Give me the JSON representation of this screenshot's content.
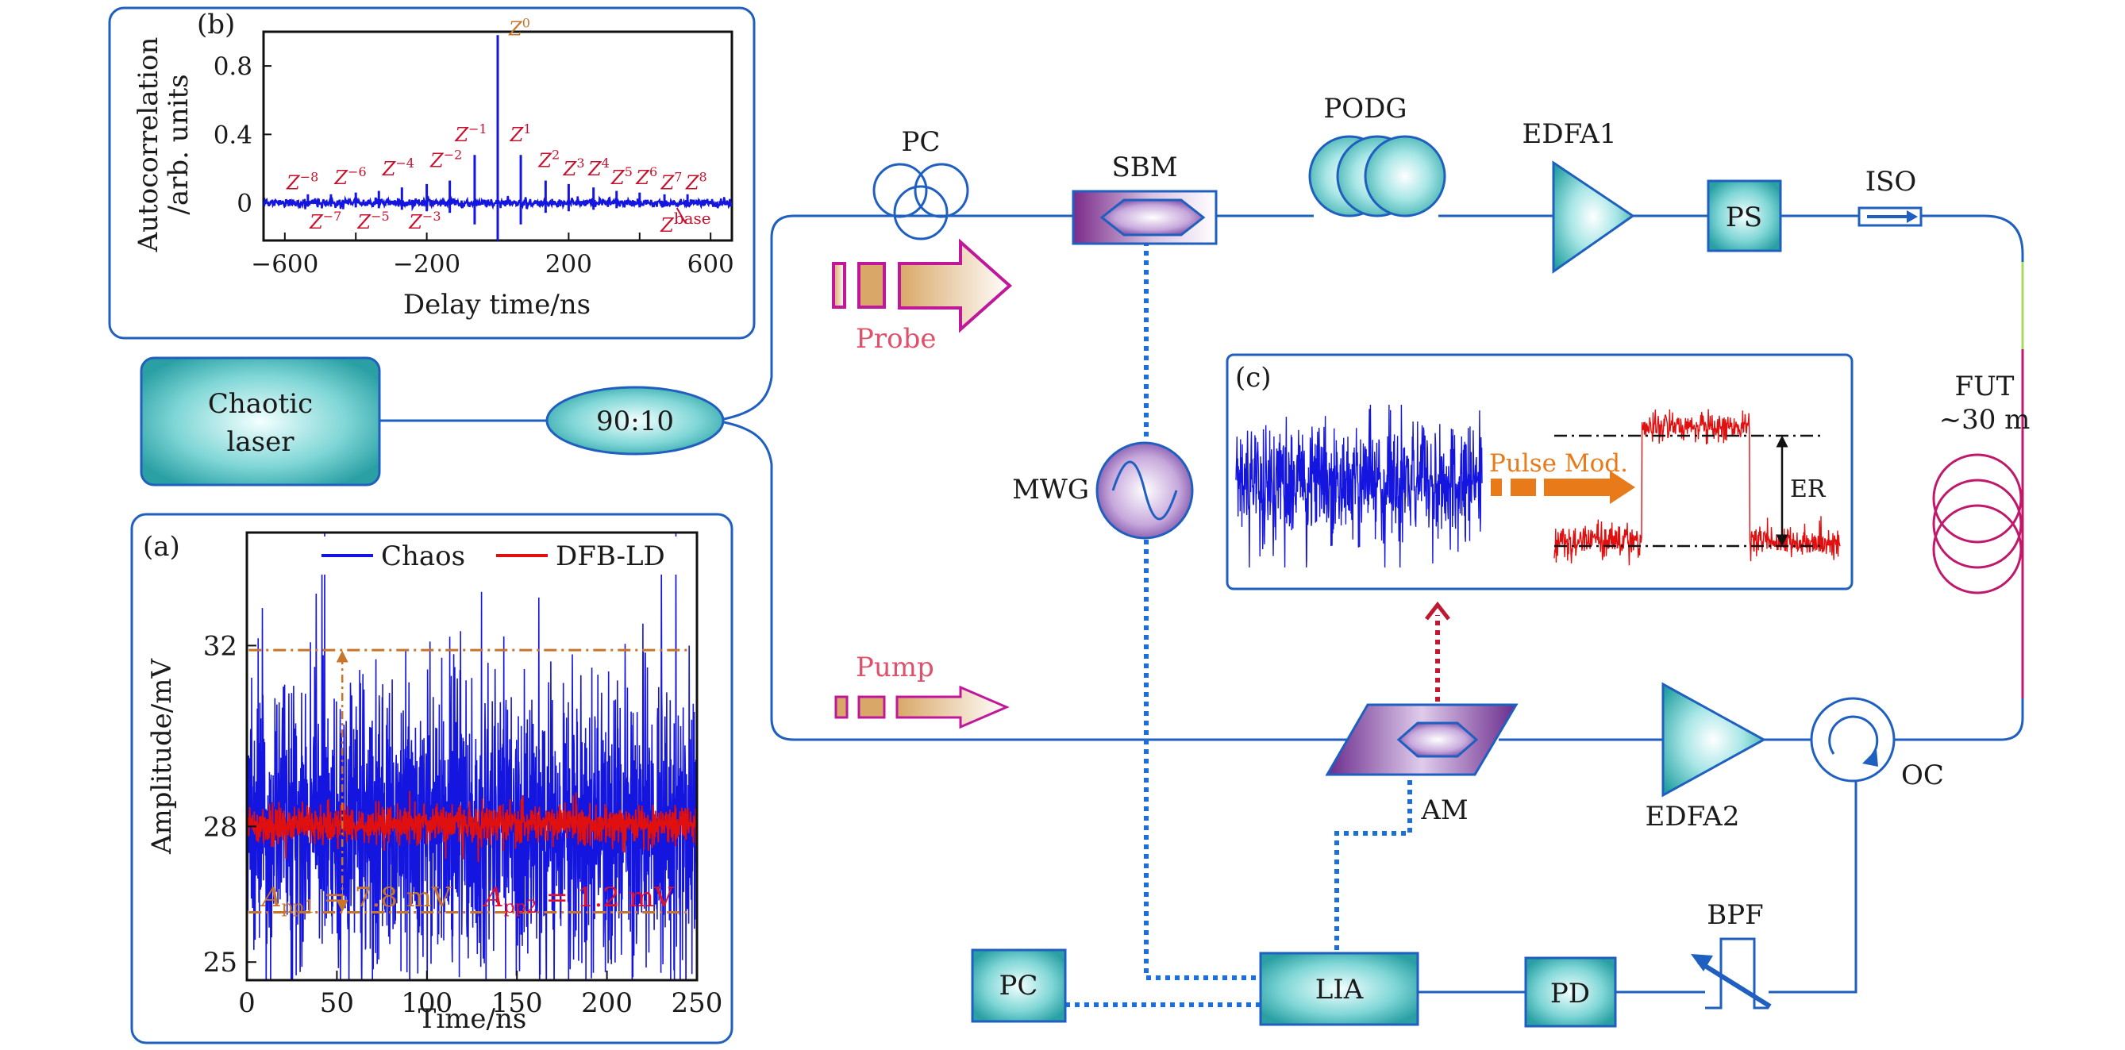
{
  "colors": {
    "fiber": "#1f5fbf",
    "component_fill_dark": "#2aa6a6",
    "component_fill_light": "#e6fbfb",
    "component_stroke": "#1f5fbf",
    "mod_dark": "#6a2b8c",
    "mod_light": "#ffffff",
    "chaos": "#1515e0",
    "dfb": "#e01010",
    "guide": "#c8742a",
    "probe_arrow": "#c0189a",
    "probe_text": "#e0506a",
    "fut_coil": "#c0186a",
    "dotted": "#1a6fe0",
    "up_arrow": "#c01830"
  },
  "panel_a": {
    "tag": "(a)",
    "ylabel": "Amplitude/mV",
    "xlabel": "Time/ns",
    "legend_chaos": "Chaos",
    "legend_dfb": "DFB-LD",
    "app1_sym": "A",
    "app1_sub": "pp1",
    "app1_val": " = 7.8 mV",
    "app2_sym": "A",
    "app2_sub": "pp2",
    "app2_val": " = 1.2 mV"
  },
  "panel_b": {
    "tag": "(b)",
    "ylabel_1": "Autocorrelation",
    "ylabel_2": "/arb. units",
    "xlabel": "Delay time/ns",
    "z0": "Z",
    "z0_sup": "0",
    "zbase": "Z",
    "zbase_sup": "base"
  },
  "panel_c": {
    "tag": "(c)",
    "arrow_label": "Pulse Mod.",
    "er": "ER"
  },
  "components": {
    "chaotic_laser_1": "Chaotic",
    "chaotic_laser_2": "laser",
    "coupler": "90:10",
    "pc_top": "PC",
    "sbm": "SBM",
    "podg": "PODG",
    "edfa1": "EDFA1",
    "ps": "PS",
    "iso": "ISO",
    "fut_1": "FUT",
    "fut_2": "~30 m",
    "mwg": "MWG",
    "probe": "Probe",
    "pump": "Pump",
    "am": "AM",
    "edfa2": "EDFA2",
    "oc": "OC",
    "bpf": "BPF",
    "pc_bottom": "PC",
    "lia": "LIA",
    "pd": "PD"
  },
  "chart_data": [
    {
      "type": "line",
      "panel": "(a)",
      "xlabel": "Time/ns",
      "ylabel": "Amplitude/mV",
      "xlim": [
        0,
        250
      ],
      "ylim": [
        24.6,
        34.5
      ],
      "xticks": [
        0,
        50,
        100,
        150,
        200,
        250
      ],
      "yticks": [
        25,
        28,
        32
      ],
      "legend": "top-right",
      "series": [
        {
          "name": "Chaos",
          "color": "#1515e0",
          "mean": 28.0,
          "peak_to_peak": 7.8
        },
        {
          "name": "DFB-LD",
          "color": "#e01010",
          "mean": 28.05,
          "peak_to_peak": 1.2
        }
      ],
      "guides": {
        "upper": 31.9,
        "lower": 26.1,
        "arrow_x": 53
      }
    },
    {
      "type": "line",
      "panel": "(b)",
      "xlabel": "Delay time/ns",
      "ylabel": "Autocorrelation /arb. units",
      "xlim": [
        -660,
        660
      ],
      "ylim": [
        -0.22,
        1.0
      ],
      "xticks": [
        -600,
        -400,
        -200,
        0,
        200,
        400,
        600
      ],
      "xtick_labels": [
        "−600",
        "",
        "−200",
        "",
        "200",
        "",
        "600"
      ],
      "yticks": [
        0,
        0.4,
        0.8
      ],
      "grid": false,
      "peaks": [
        {
          "label": "Z",
          "sup": "0",
          "x": 0,
          "y": 0.98
        },
        {
          "label": "Z",
          "sup": "1",
          "x": 65,
          "y": 0.28
        },
        {
          "label": "Z",
          "sup": "−1",
          "x": -65,
          "y": 0.28
        },
        {
          "label": "Z",
          "sup": "2",
          "x": 135,
          "y": 0.13
        },
        {
          "label": "Z",
          "sup": "−2",
          "x": -135,
          "y": 0.13
        },
        {
          "label": "Z",
          "sup": "3",
          "x": 200,
          "y": 0.11
        },
        {
          "label": "Z",
          "sup": "−3",
          "x": -200,
          "y": 0.11
        },
        {
          "label": "Z",
          "sup": "4",
          "x": 270,
          "y": 0.09
        },
        {
          "label": "Z",
          "sup": "−4",
          "x": -270,
          "y": 0.09
        },
        {
          "label": "Z",
          "sup": "5",
          "x": 335,
          "y": 0.07
        },
        {
          "label": "Z",
          "sup": "−5",
          "x": -335,
          "y": 0.07
        },
        {
          "label": "Z",
          "sup": "6",
          "x": 400,
          "y": 0.06
        },
        {
          "label": "Z",
          "sup": "−6",
          "x": -400,
          "y": 0.06
        },
        {
          "label": "Z",
          "sup": "7",
          "x": 470,
          "y": 0.05
        },
        {
          "label": "Z",
          "sup": "−7",
          "x": -470,
          "y": 0.05
        },
        {
          "label": "Z",
          "sup": "8",
          "x": 535,
          "y": 0.05
        },
        {
          "label": "Z",
          "sup": "−8",
          "x": -535,
          "y": 0.05
        }
      ]
    }
  ]
}
